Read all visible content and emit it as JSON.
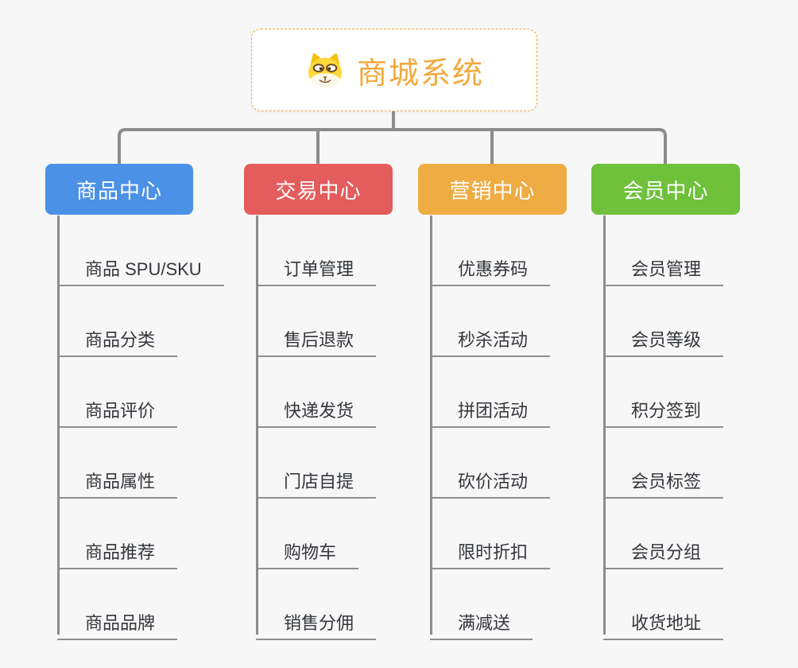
{
  "page": {
    "background": "#F7F7F7"
  },
  "root": {
    "title": "商城系统",
    "title_color": "#F2A93C",
    "border_color": "#EFAC3E",
    "icon": "dog-face-icon"
  },
  "connectors": {
    "color": "#8C8C8C"
  },
  "branches": [
    {
      "label": "商品中心",
      "color": "#4B91E6",
      "children": [
        "商品 SPU/SKU",
        "商品分类",
        "商品评价",
        "商品属性",
        "商品推荐",
        "商品品牌"
      ]
    },
    {
      "label": "交易中心",
      "color": "#E45C5C",
      "children": [
        "订单管理",
        "售后退款",
        "快递发货",
        "门店自提",
        "购物车",
        "销售分佣"
      ]
    },
    {
      "label": "营销中心",
      "color": "#EEAC43",
      "children": [
        "优惠券码",
        "秒杀活动",
        "拼团活动",
        "砍价活动",
        "限时折扣",
        "满减送"
      ]
    },
    {
      "label": "会员中心",
      "color": "#6FC13C",
      "children": [
        "会员管理",
        "会员等级",
        "积分签到",
        "会员标签",
        "会员分组",
        "收货地址"
      ]
    }
  ]
}
